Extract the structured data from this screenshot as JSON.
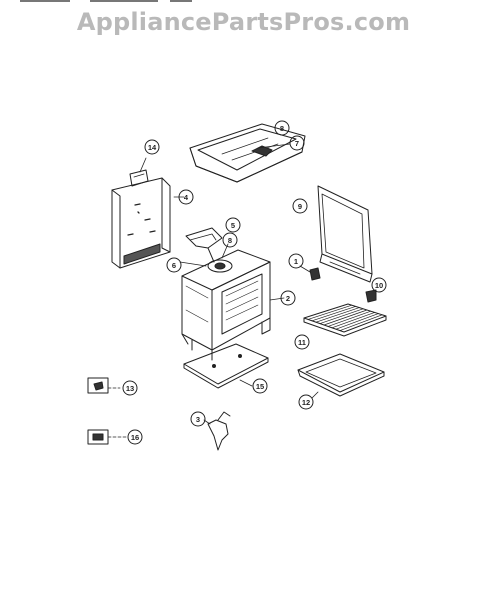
{
  "watermark": "AppliancePartsPros.com",
  "colors": {
    "ink": "#222222",
    "watermark": "#b9b9b9",
    "background": "#ffffff"
  },
  "callouts": {
    "c1": "1",
    "c2": "2",
    "c3": "3",
    "c4": "4",
    "c5": "5",
    "c6": "6",
    "c7": "7",
    "c8a": "8",
    "c8b": "8",
    "c9": "9",
    "c10": "10",
    "c11": "11",
    "c12": "12",
    "c13": "13",
    "c14": "14",
    "c15": "15",
    "c16": "16"
  },
  "parts": [
    {
      "id": "cooktop",
      "callout": "8"
    },
    {
      "id": "burner-pan",
      "callout": "7"
    },
    {
      "id": "rear-panel",
      "callout": "4"
    },
    {
      "id": "rating-plate",
      "callout": "14"
    },
    {
      "id": "oven-body",
      "callout": "2"
    },
    {
      "id": "flue-duct",
      "callout": "5"
    },
    {
      "id": "vent-fitting",
      "callout": "6"
    },
    {
      "id": "oven-door",
      "callout": "9"
    },
    {
      "id": "door-stop",
      "callout": "1"
    },
    {
      "id": "rack-support",
      "callout": "10"
    },
    {
      "id": "oven-rack",
      "callout": "11"
    },
    {
      "id": "broiler-pan",
      "callout": "12"
    },
    {
      "id": "hinge-bracket",
      "callout": "13"
    },
    {
      "id": "bottom-panel",
      "callout": "15"
    },
    {
      "id": "leveling-leg",
      "callout": "3"
    },
    {
      "id": "clip",
      "callout": "16"
    }
  ]
}
